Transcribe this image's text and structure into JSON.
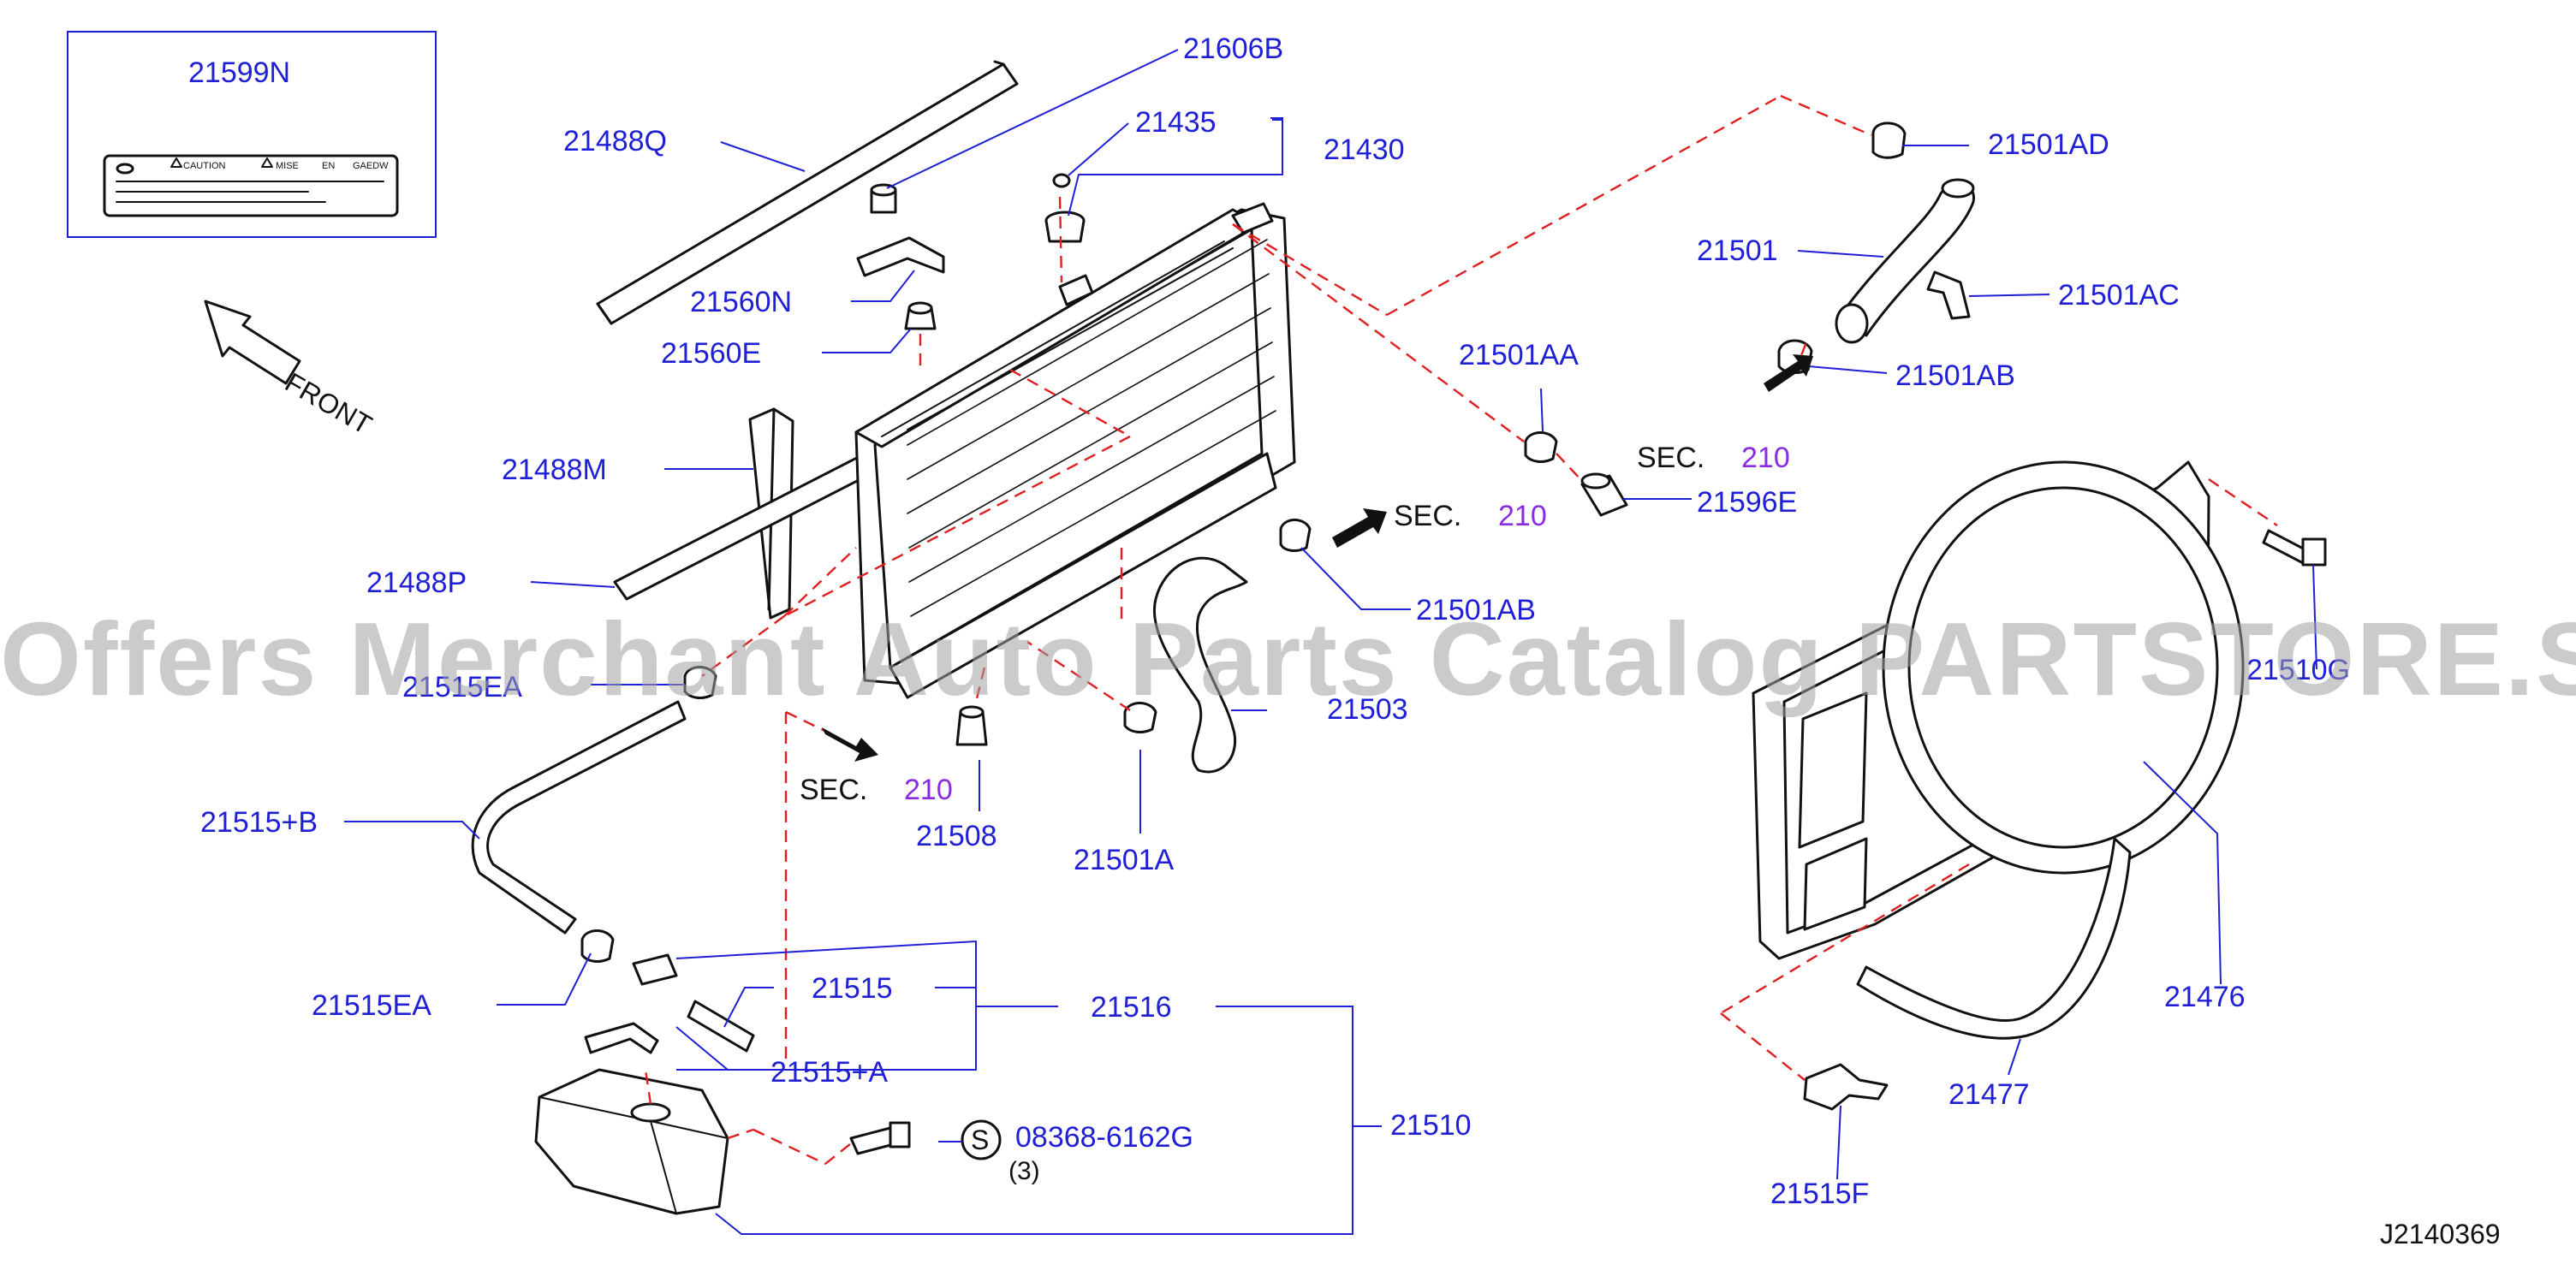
{
  "diagram": {
    "front_label": "FRONT",
    "diagram_id": "J2140369",
    "watermark": "Offers Merchant Auto Parts Catalog PARTSTORE.SA",
    "colors": {
      "part_label": "#1f1fd6",
      "section_ref": "#8a2be2",
      "leader_dashed": "#e02020",
      "line_art": "#111111"
    },
    "label_sticker": {
      "part": "21599N",
      "caution_text": "CAUTION",
      "mise_text": "MISE",
      "en_text": "EN",
      "gaedw_text": "GAEDW"
    },
    "parts": [
      {
        "id": "21599N"
      },
      {
        "id": "21488Q"
      },
      {
        "id": "21606B"
      },
      {
        "id": "21435"
      },
      {
        "id": "21430"
      },
      {
        "id": "21560N"
      },
      {
        "id": "21560E"
      },
      {
        "id": "21488M"
      },
      {
        "id": "21488P"
      },
      {
        "id": "21515EA",
        "note": "upper"
      },
      {
        "id": "21515+B"
      },
      {
        "id": "21515EA",
        "note": "lower"
      },
      {
        "id": "21515"
      },
      {
        "id": "21516"
      },
      {
        "id": "21515+A"
      },
      {
        "id": "21510"
      },
      {
        "id": "08368-6162G"
      },
      {
        "id": "21508"
      },
      {
        "id": "21501A"
      },
      {
        "id": "21503"
      },
      {
        "id": "21501AB",
        "note": "lower"
      },
      {
        "id": "21501AA"
      },
      {
        "id": "21596E"
      },
      {
        "id": "21501AD"
      },
      {
        "id": "21501"
      },
      {
        "id": "21501AC"
      },
      {
        "id": "21501AB",
        "note": "upper"
      },
      {
        "id": "21510G"
      },
      {
        "id": "21476"
      },
      {
        "id": "21477"
      },
      {
        "id": "21515F"
      }
    ],
    "section_refs": [
      {
        "word": "SEC.",
        "number": "210"
      },
      {
        "word": "SEC.",
        "number": "210"
      },
      {
        "word": "SEC.",
        "number": "210"
      }
    ],
    "bolt_symbol": "S",
    "bolt_qty": "(3)"
  }
}
